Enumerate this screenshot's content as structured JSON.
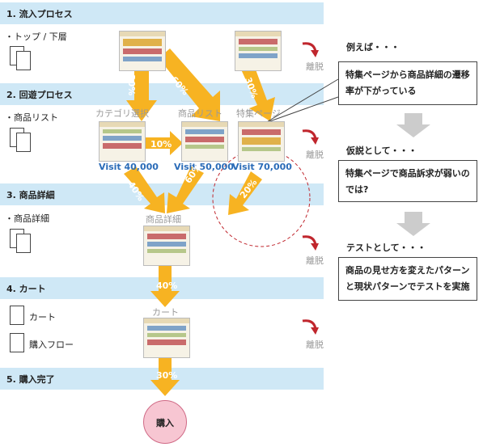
{
  "stages": {
    "s1": "1. 流入プロセス",
    "s2": "2. 回遊プロセス",
    "s3": "3. 商品詳細",
    "s4": "4. カート",
    "s5": "5. 購入完了"
  },
  "side_labels": {
    "top_lower": "・トップ / 下層",
    "product_list": "・商品リスト",
    "product_detail": "・商品詳細",
    "cart": "カート",
    "purchase_flow": "購入フロー"
  },
  "page_labels": {
    "category": "カテゴリ選択",
    "list": "商品リスト",
    "feature": "特集ページ",
    "detail": "商品詳細",
    "cart": "カート"
  },
  "visits": {
    "category": "Visit 40,000",
    "list": "Visit 50,000",
    "feature": "Visit 70,000"
  },
  "rates": {
    "r1": "30%",
    "r2": "60%",
    "r3": "30%",
    "r4": "10%",
    "r5": "40%",
    "r6": "60%",
    "r7": "20%",
    "r8": "40%",
    "r9": "30%"
  },
  "exit_label": "離脱",
  "final": "購入",
  "right": {
    "example_title": "例えば・・・",
    "example_body": "特集ページから商品詳細の遷移率が下がっている",
    "hypothesis_title": "仮説として・・・",
    "hypothesis_body": "特集ページで商品訴求が弱いのでは?",
    "test_title": "テストとして・・・",
    "test_body": "商品の見せ方を変えたパターンと現状パターンでテストを実施"
  },
  "colors": {
    "band": "#cfe8f6",
    "arrow": "#f7b322",
    "exit_arrow": "#c0262d",
    "visit": "#2b6cb8",
    "purchase": "#f7c6d2"
  }
}
